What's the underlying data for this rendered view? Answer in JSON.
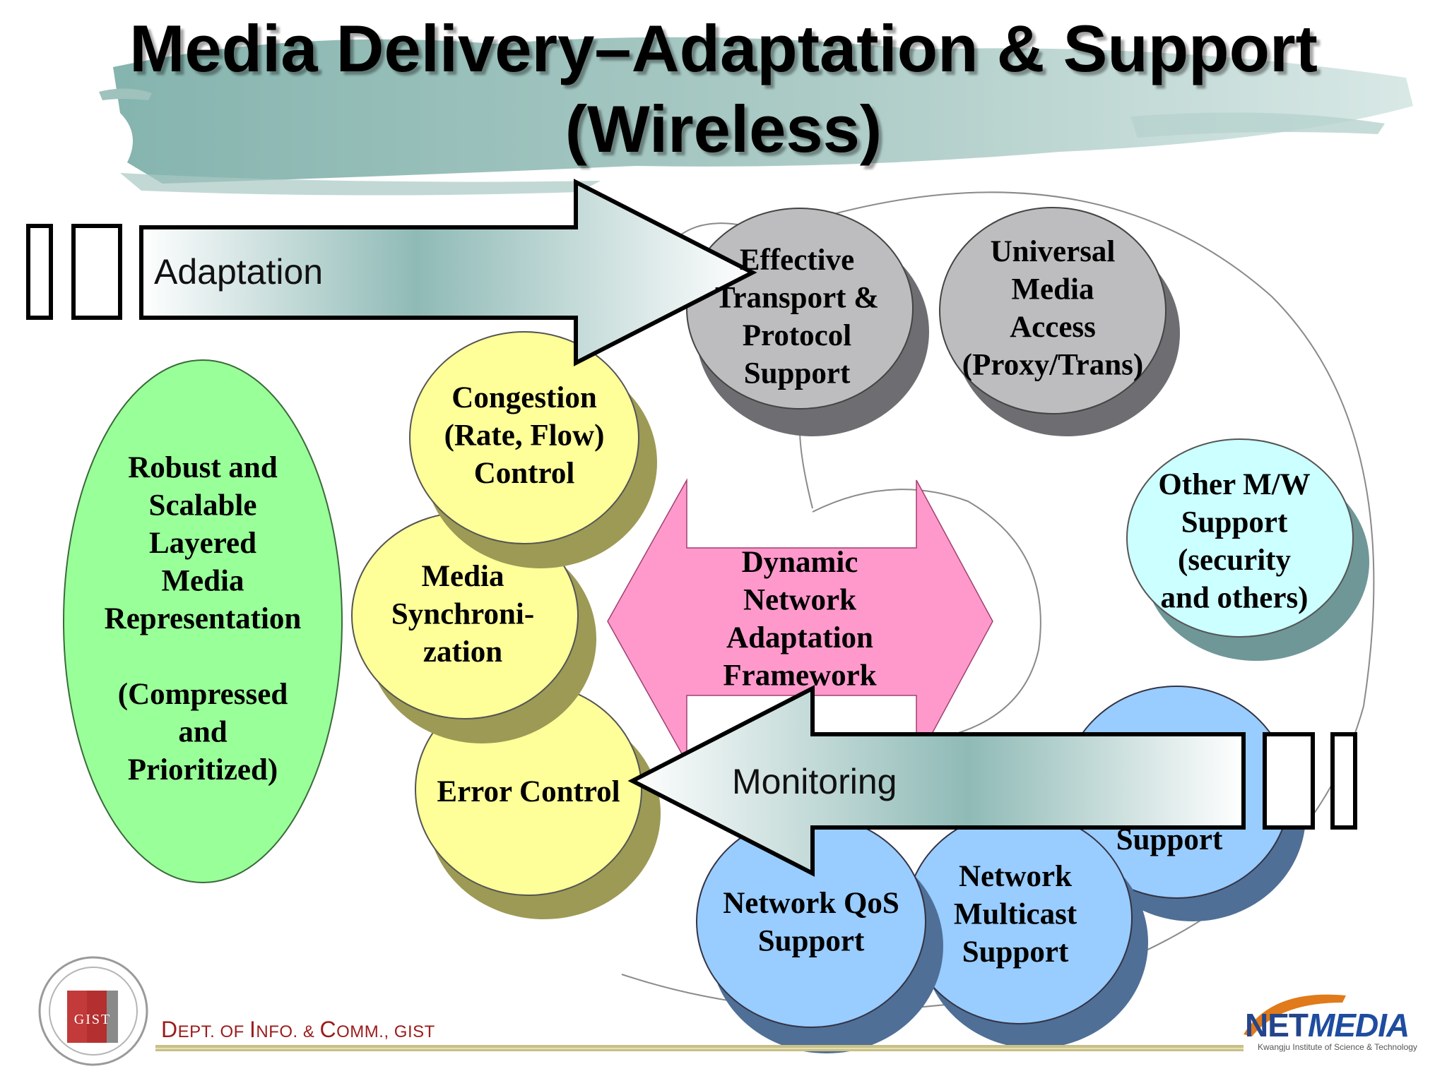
{
  "title": {
    "line1": "Media Delivery–Adaptation & Support",
    "line2": "(Wireless)"
  },
  "arrows": {
    "adaptation": "Adaptation",
    "monitoring": "Monitoring"
  },
  "bubbles": {
    "robust": [
      "Robust and",
      "Scalable",
      "Layered",
      "Media",
      "Representation",
      "",
      "(Compressed",
      "and",
      "Prioritized)"
    ],
    "congestion": [
      "Congestion",
      "(Rate, Flow)",
      "Control"
    ],
    "media_sync": [
      "Media",
      "Synchroni-",
      "zation"
    ],
    "error_control": [
      "Error Control"
    ],
    "transport": [
      "Effective",
      "Transport &",
      "Protocol",
      "Support"
    ],
    "universal": [
      "Universal",
      "Media",
      "Access",
      "(Proxy/Trans)"
    ],
    "other_mw": [
      "Other M/W",
      "Support",
      "(security",
      "and others)"
    ],
    "hidden_support": [
      "Support"
    ],
    "qos": [
      "Network QoS",
      "Support"
    ],
    "multicast": [
      "Network",
      "Multicast",
      "Support"
    ],
    "framework": [
      "Dynamic",
      "Network",
      "Adaptation",
      "Framework"
    ]
  },
  "footer": {
    "dept_parts": [
      "D",
      "EPT. OF ",
      "I",
      "NFO. & ",
      "C",
      "OMM., GIST"
    ],
    "logo_left_text": "GIST",
    "logo_right_net": "NET",
    "logo_right_media": "MEDIA",
    "logo_right_sub": "Kwangju Institute of Science & Technology"
  },
  "colors": {
    "yellow": "#ffff99",
    "yellow_shadow": "#9c9a55",
    "gray": "#bdbdbf",
    "gray_shadow": "#6e6e72",
    "cyan": "#ccffff",
    "cyan_shadow": "#6f9797",
    "blue": "#99ccff",
    "blue_shadow": "#4f6f96",
    "green": "#99ff99",
    "pink": "#ff99cc",
    "teal": "#8fb9b4"
  }
}
